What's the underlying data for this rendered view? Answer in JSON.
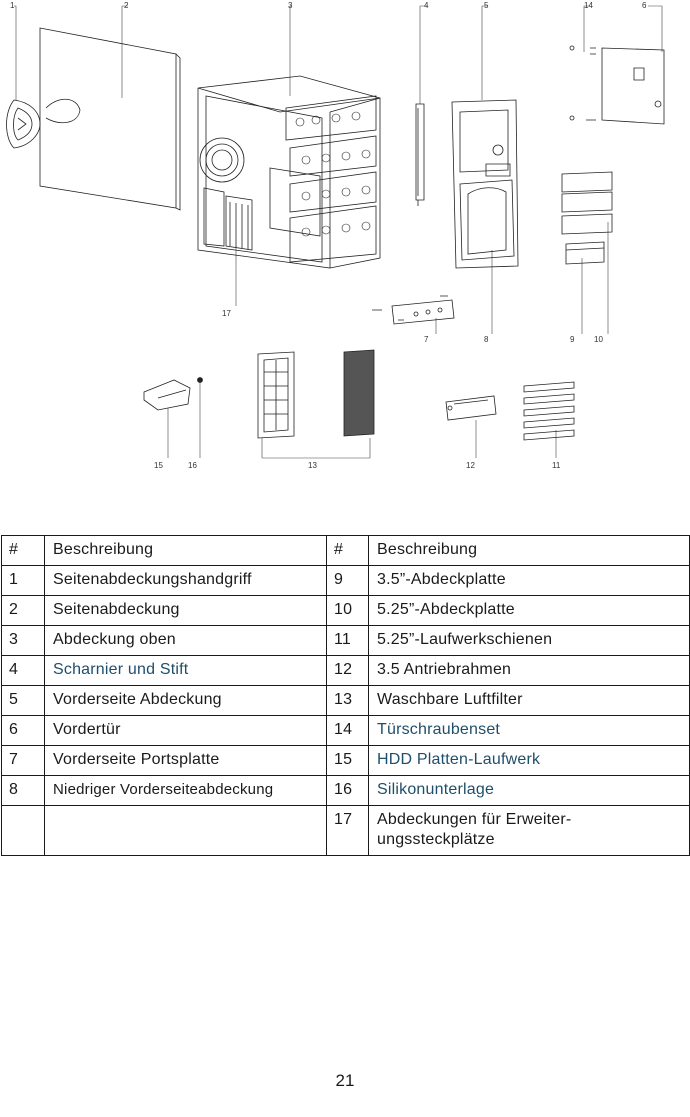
{
  "diagram": {
    "callouts": [
      "1",
      "2",
      "3",
      "4",
      "5",
      "14",
      "6",
      "17",
      "7",
      "8",
      "9",
      "10",
      "15",
      "16",
      "13",
      "12",
      "11"
    ]
  },
  "table": {
    "header": {
      "num1": "#",
      "desc1": "Beschreibung",
      "num2": "#",
      "desc2": "Beschreibung"
    },
    "rows": [
      {
        "num1": "1",
        "desc1": "Seitenabdeckungshandgriff",
        "num2": "9",
        "desc2": "3.5”-Abdeckplatte"
      },
      {
        "num1": "2",
        "desc1": "Seitenabdeckung",
        "num2": "10",
        "desc2": "5.25”-Abdeckplatte"
      },
      {
        "num1": "3",
        "desc1": "Abdeckung oben",
        "num2": "11",
        "desc2": "5.25”-Laufwerkschienen"
      },
      {
        "num1": "4",
        "desc1": "Scharnier und Stift",
        "num2": "12",
        "desc2": "3.5 Antriebrahmen"
      },
      {
        "num1": "5",
        "desc1": "Vorderseite Abdeckung",
        "num2": "13",
        "desc2": "Waschbare Luftfilter"
      },
      {
        "num1": "6",
        "desc1": "Vordertür",
        "num2": "14",
        "desc2": "Türschraubenset"
      },
      {
        "num1": "7",
        "desc1": "Vorderseite Portsplatte",
        "num2": "15",
        "desc2": "HDD Platten-Laufwerk"
      },
      {
        "num1": "8",
        "desc1": "Niedriger Vorderseiteabdeckung",
        "num2": "16",
        "desc2": "Silikonunterlage"
      },
      {
        "num1": "",
        "desc1": "",
        "num2": "17",
        "desc2": "Abdeckungen für Erweiter-ungssteckplätze"
      }
    ]
  },
  "page_number": "21",
  "colors": {
    "ink": "#1a1a1a",
    "teal_text": "#1f4e6a"
  }
}
